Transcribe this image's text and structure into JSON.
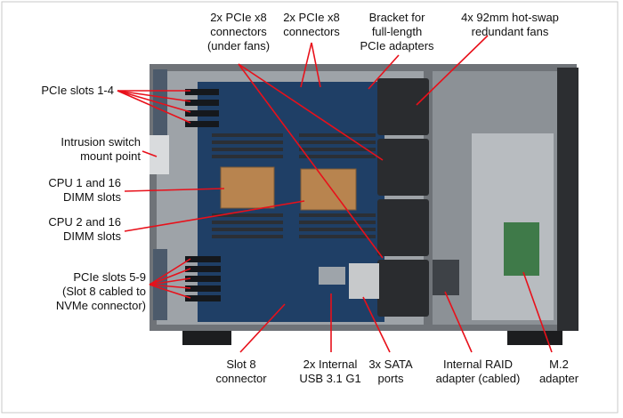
{
  "labels": {
    "pcie_x8_under_fans": "2x PCIe x8\nconnectors\n(under fans)",
    "pcie_x8": "2x PCIe x8\nconnectors",
    "bracket": "Bracket for\nfull-length\nPCIe adapters",
    "fans": "4x 92mm hot-swap\nredundant fans",
    "pcie_1_4": "PCIe slots 1-4",
    "intrusion": "Intrusion switch\nmount point",
    "cpu1": "CPU 1 and 16\nDIMM slots",
    "cpu2": "CPU 2 and 16\nDIMM slots",
    "pcie_5_9": "PCIe slots 5-9\n(Slot 8 cabled to\nNVMe connector)",
    "slot8": "Slot 8\nconnector",
    "usb": "2x Internal\nUSB 3.1 G1",
    "sata": "3x SATA\nports",
    "raid": "Internal RAID\nadapter (cabled)",
    "m2": "M.2\nadapter"
  },
  "colors": {
    "callout": "#e8101a",
    "chassis": "#6f7378",
    "board": "#1f3f66",
    "fan": "#2a2c2f",
    "cpu_block": "#b8844f"
  }
}
